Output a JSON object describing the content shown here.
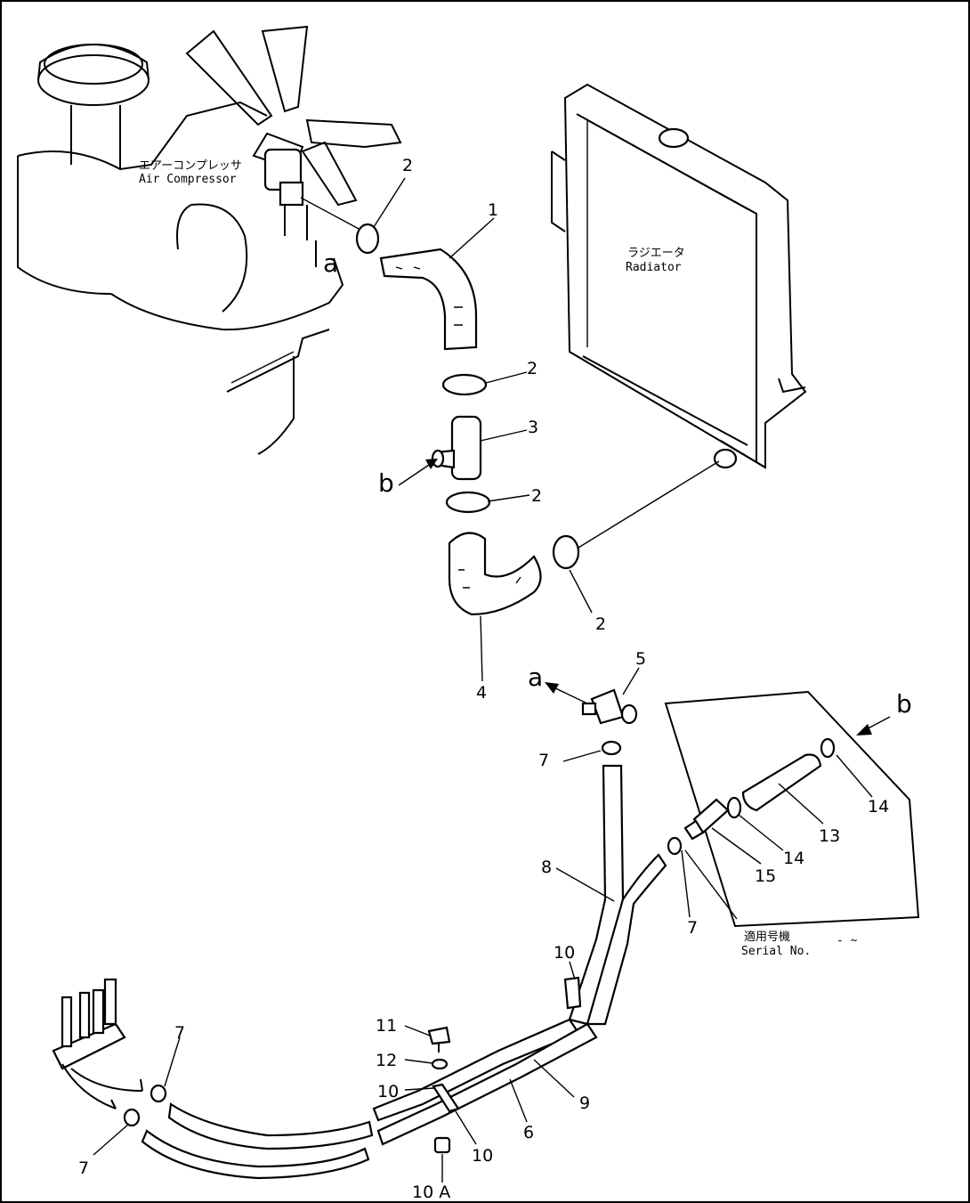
{
  "labels": {
    "air_compressor_jp": "エアーコンプレッサ",
    "air_compressor_en": "Air Compressor",
    "radiator_jp": "ラジエータ",
    "radiator_en": "Radiator",
    "serial_jp": "適用号機",
    "serial_en": "Serial No.",
    "serial_value": "- ~",
    "ref_a": "a",
    "ref_b": "b"
  },
  "callouts": {
    "p1": "1",
    "p2": "2",
    "p3": "3",
    "p4": "4",
    "p5": "5",
    "p6": "6",
    "p7": "7",
    "p8": "8",
    "p9": "9",
    "p10": "10",
    "p10a": "10 A",
    "p11": "11",
    "p12": "12",
    "p13": "13",
    "p14": "14",
    "p15": "15"
  }
}
